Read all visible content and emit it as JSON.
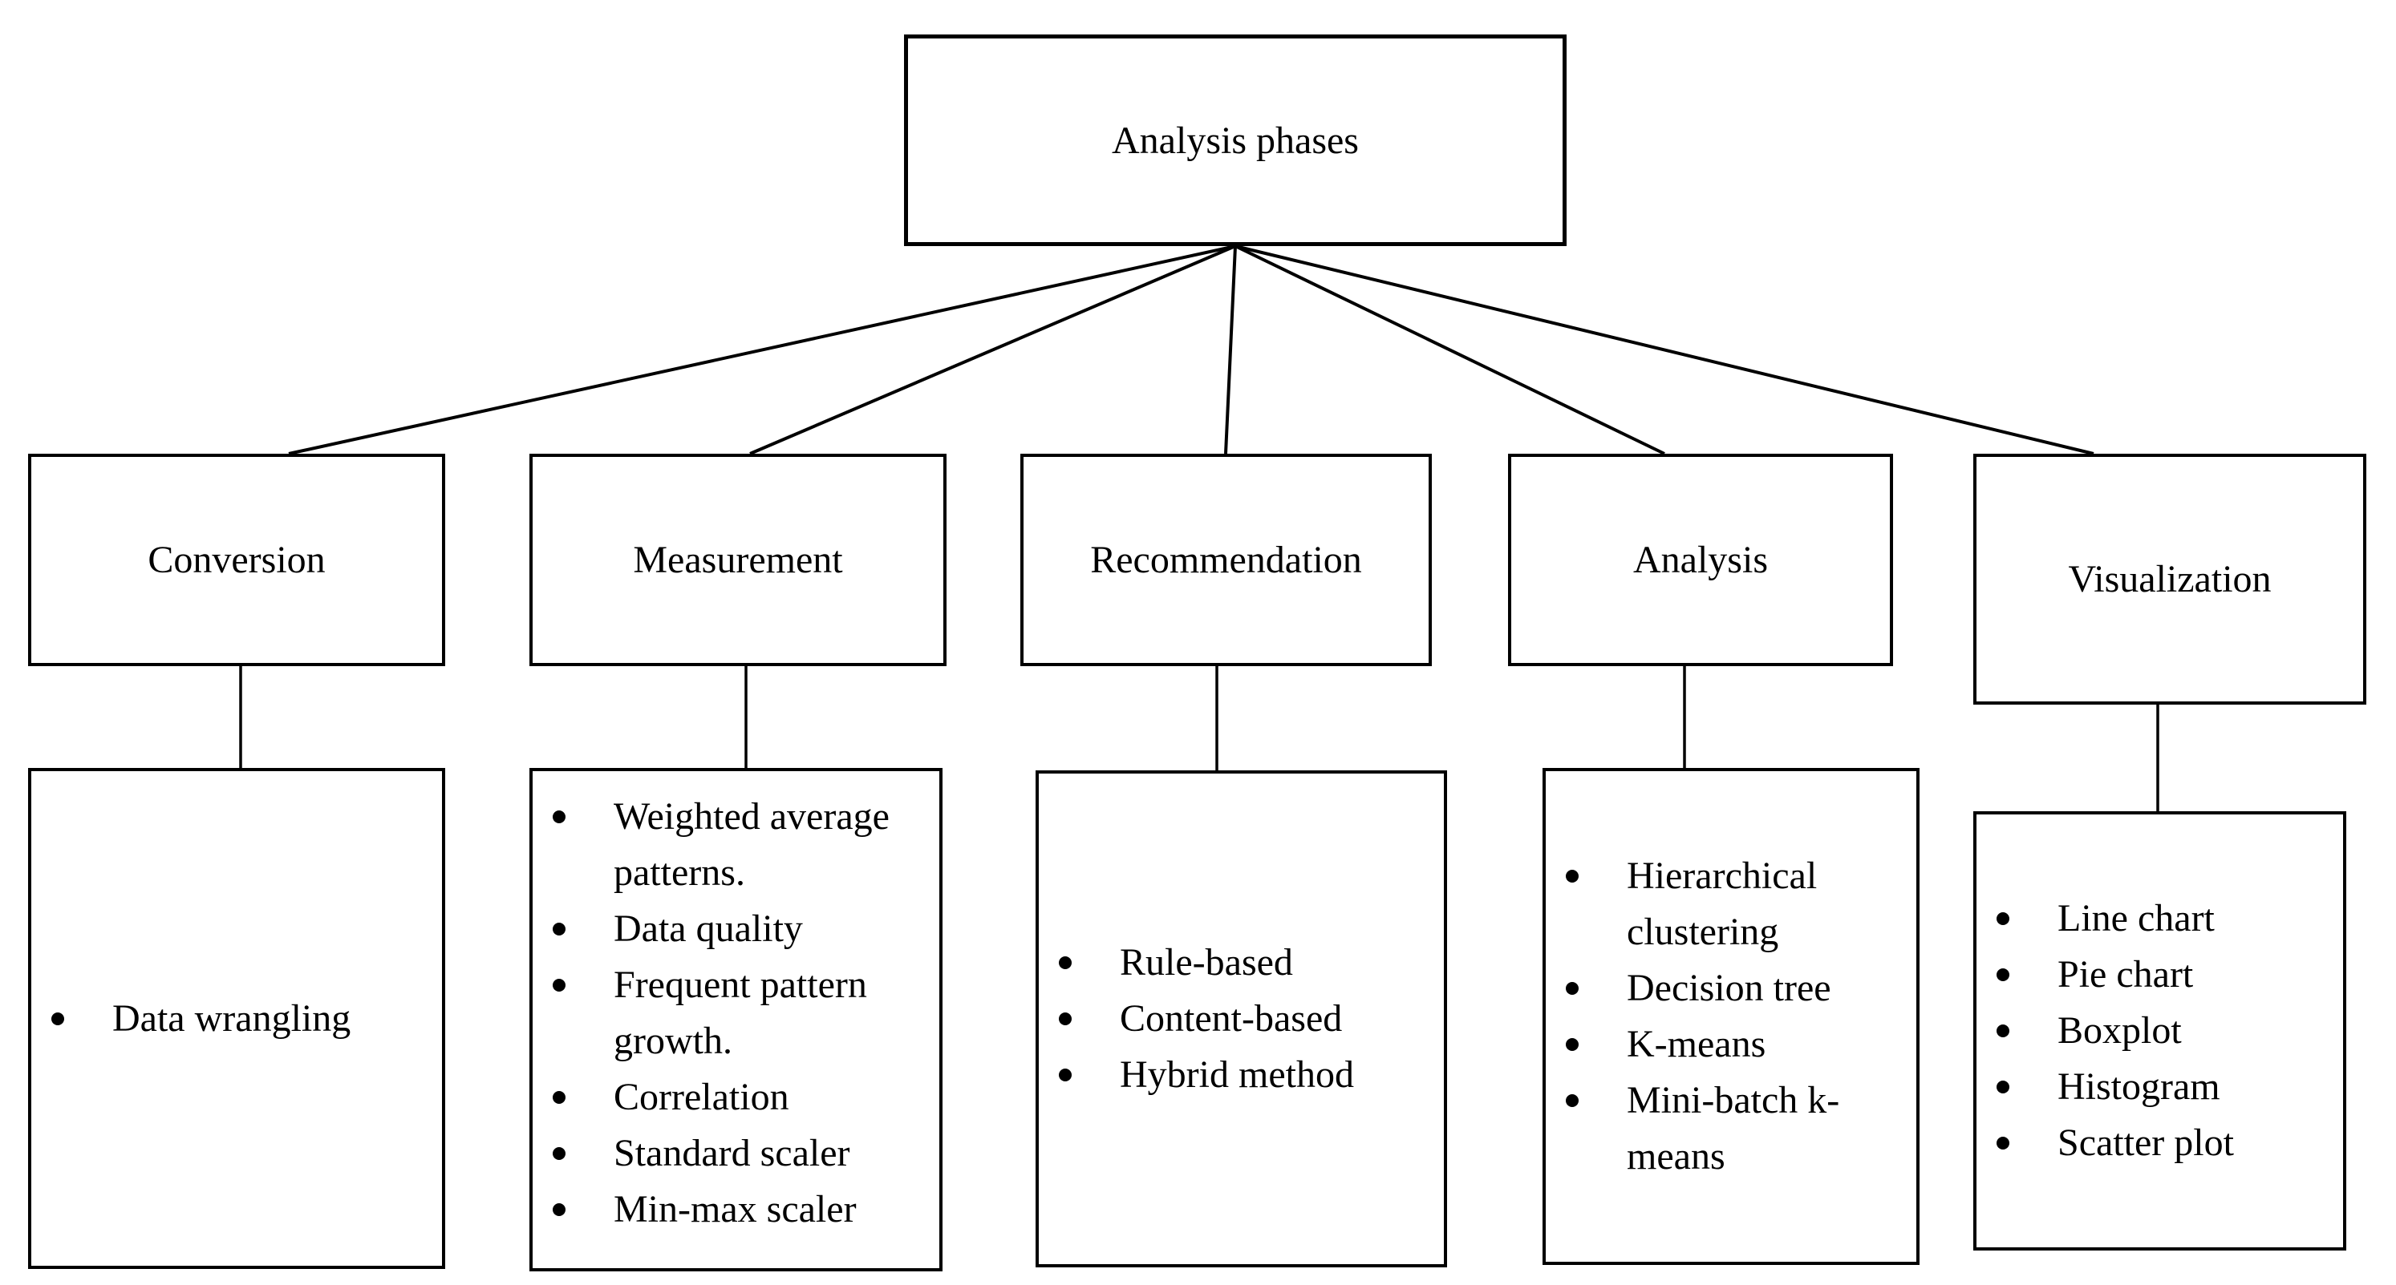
{
  "diagram": {
    "colors": {
      "line": "#000000",
      "border": "#000000",
      "background": "#ffffff",
      "text": "#000000"
    },
    "root": {
      "label": "Analysis phases"
    },
    "branches": [
      {
        "id": "conversion",
        "label": "Conversion",
        "items": [
          "Data wrangling"
        ]
      },
      {
        "id": "measurement",
        "label": "Measurement",
        "items": [
          "Weighted average patterns.",
          "Data quality",
          "Frequent pattern growth.",
          "Correlation",
          "Standard scaler",
          "Min-max scaler"
        ]
      },
      {
        "id": "recommendation",
        "label": "Recommendation",
        "items": [
          "Rule-based",
          "Content-based",
          "Hybrid method"
        ]
      },
      {
        "id": "analysis",
        "label": "Analysis",
        "items": [
          "Hierarchical clustering",
          "Decision tree",
          "K-means",
          "Mini-batch k-means"
        ]
      },
      {
        "id": "visualization",
        "label": "Visualization",
        "items": [
          "Line chart",
          "Pie chart",
          "Boxplot",
          "Histogram",
          "Scatter plot"
        ]
      }
    ]
  }
}
